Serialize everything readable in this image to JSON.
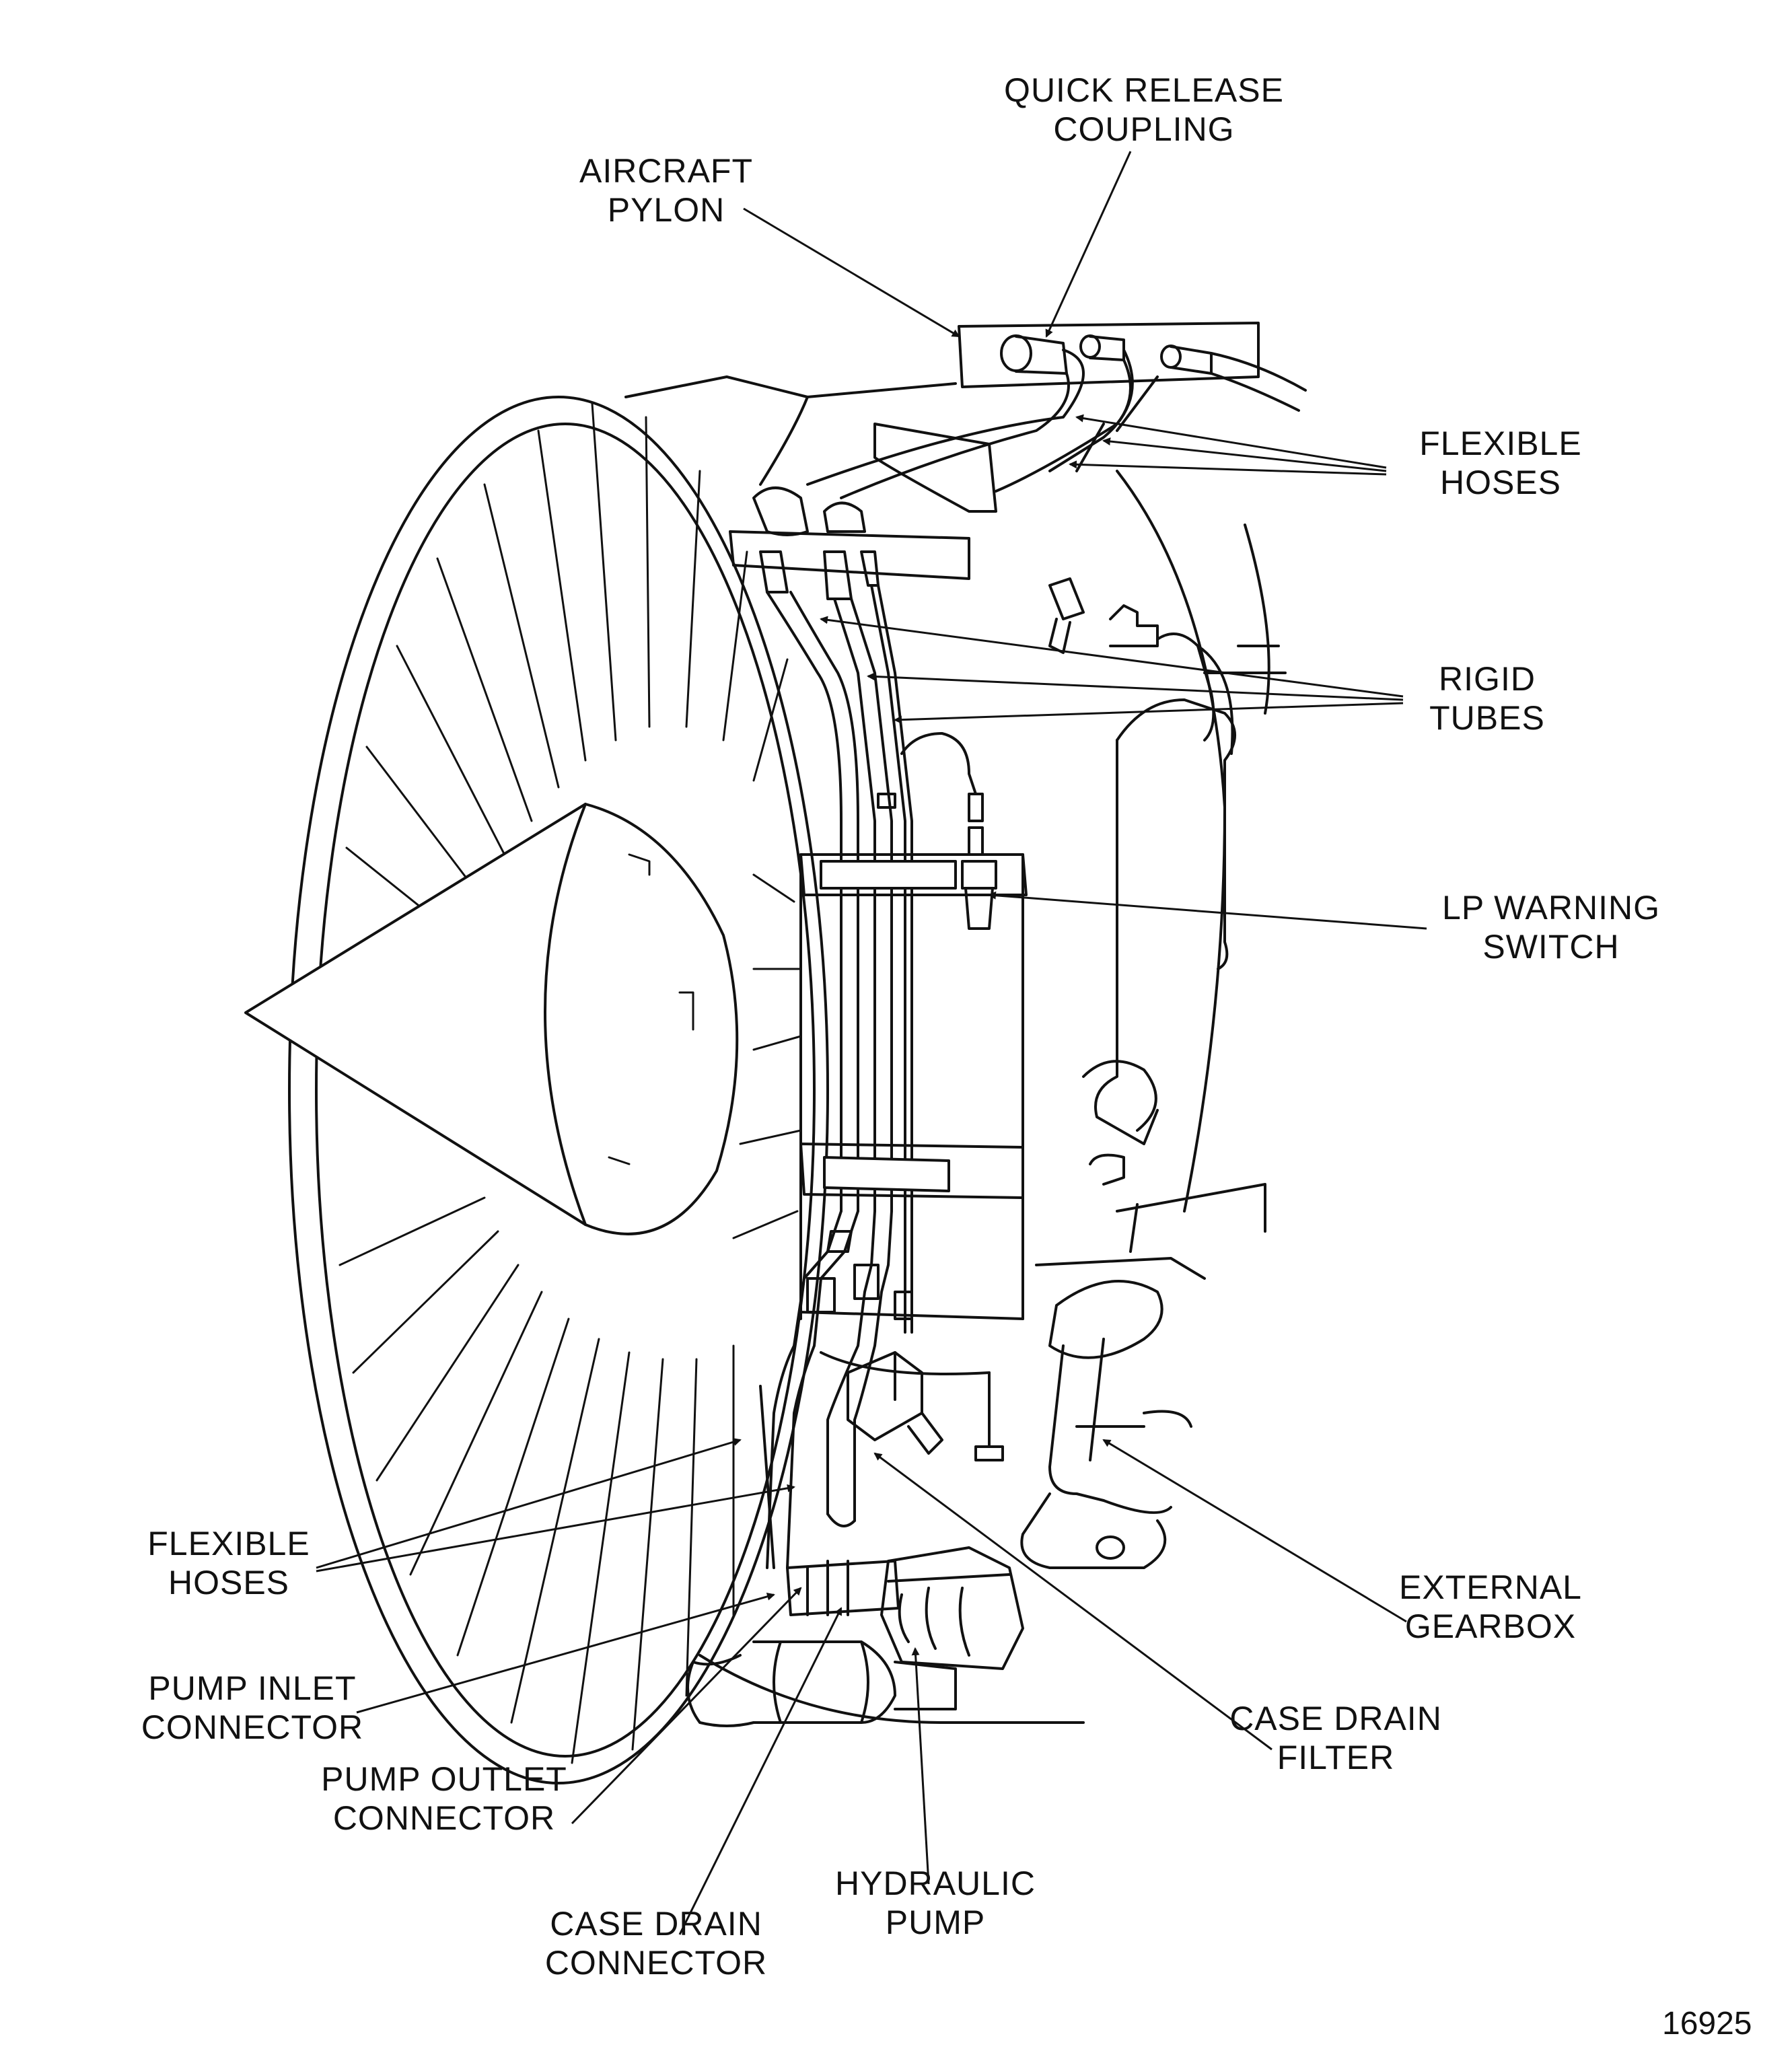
{
  "labels": {
    "quick_release": [
      "QUICK RELEASE",
      "COUPLING"
    ],
    "aircraft_pylon": [
      "AIRCRAFT",
      "PYLON"
    ],
    "flexible_hoses_top": [
      "FLEXIBLE",
      "HOSES"
    ],
    "rigid_tubes": [
      "RIGID",
      "TUBES"
    ],
    "lp_warning_switch": [
      "LP WARNING",
      "SWITCH"
    ],
    "flexible_hoses_bottom": [
      "FLEXIBLE",
      "HOSES"
    ],
    "external_gearbox": [
      "EXTERNAL",
      "GEARBOX"
    ],
    "pump_inlet": [
      "PUMP INLET",
      "CONNECTOR"
    ],
    "case_drain_filter": [
      "CASE DRAIN",
      "FILTER"
    ],
    "pump_outlet": [
      "PUMP OUTLET",
      "CONNECTOR"
    ],
    "hydraulic_pump": [
      "HYDRAULIC",
      "PUMP"
    ],
    "case_drain_connector": [
      "CASE DRAIN",
      "CONNECTOR"
    ]
  },
  "figure_number": "16925",
  "colors": {
    "ink": "#111111",
    "paper": "#ffffff"
  }
}
